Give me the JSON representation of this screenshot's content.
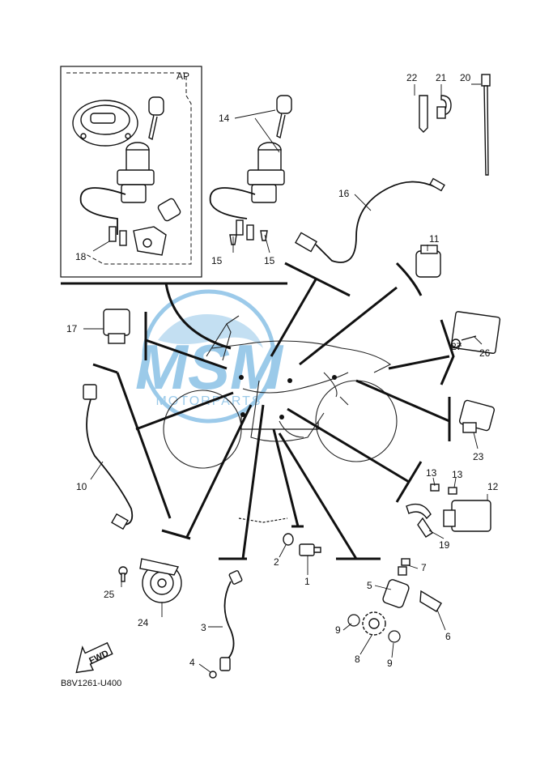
{
  "diagram": {
    "code": "B8V1261-U400",
    "fwd_label": "FWD",
    "ap_label": "AP",
    "watermark": {
      "brand": "MSM",
      "sub": "MOTORPARTS",
      "color": "#4a9fd8"
    },
    "callouts": [
      {
        "id": "c1",
        "text": "1"
      },
      {
        "id": "c2",
        "text": "2"
      },
      {
        "id": "c3",
        "text": "3"
      },
      {
        "id": "c4",
        "text": "4"
      },
      {
        "id": "c5",
        "text": "5"
      },
      {
        "id": "c6",
        "text": "6"
      },
      {
        "id": "c7",
        "text": "7"
      },
      {
        "id": "c8",
        "text": "8"
      },
      {
        "id": "c9a",
        "text": "9"
      },
      {
        "id": "c9b",
        "text": "9"
      },
      {
        "id": "c10",
        "text": "10"
      },
      {
        "id": "c11",
        "text": "11"
      },
      {
        "id": "c12",
        "text": "12"
      },
      {
        "id": "c13a",
        "text": "13"
      },
      {
        "id": "c13b",
        "text": "13"
      },
      {
        "id": "c14",
        "text": "14"
      },
      {
        "id": "c15a",
        "text": "15"
      },
      {
        "id": "c15b",
        "text": "15"
      },
      {
        "id": "c16",
        "text": "16"
      },
      {
        "id": "c17",
        "text": "17"
      },
      {
        "id": "c18",
        "text": "18"
      },
      {
        "id": "c19",
        "text": "19"
      },
      {
        "id": "c20",
        "text": "20"
      },
      {
        "id": "c21",
        "text": "21"
      },
      {
        "id": "c22",
        "text": "22"
      },
      {
        "id": "c23",
        "text": "23"
      },
      {
        "id": "c24",
        "text": "24"
      },
      {
        "id": "c25",
        "text": "25"
      },
      {
        "id": "c26",
        "text": "26"
      },
      {
        "id": "c27",
        "text": "27"
      }
    ]
  }
}
